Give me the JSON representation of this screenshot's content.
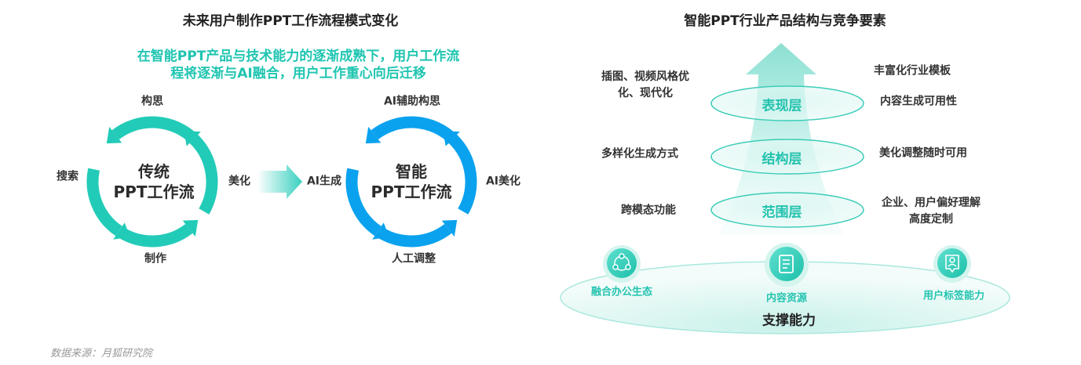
{
  "left": {
    "title": "未来用户制作PPT工作流程模式变化",
    "subtitle_line1": "在智能PPT产品与技术能力的逐渐成熟下，用户工作流",
    "subtitle_line2": "程将逐渐与AI融合，用户工作重心向后迁移",
    "traditional": {
      "center_line1": "传统",
      "center_line2": "PPT工作流",
      "top": "构思",
      "left": "搜索",
      "right": "美化",
      "bottom": "制作",
      "color": "#22cbb8"
    },
    "smart": {
      "center_line1": "智能",
      "center_line2": "PPT工作流",
      "top": "AI辅助构思",
      "left": "AI生成",
      "right": "AI美化",
      "bottom": "人工调整",
      "color": "#0aa2ee"
    }
  },
  "right": {
    "title": "智能PPT行业产品结构与竞争要素",
    "layers": [
      {
        "name": "表现层",
        "left": [
          "插图、视频风格优",
          "化、现代化"
        ],
        "right": [
          "内容生成可用性"
        ]
      },
      {
        "name": "结构层",
        "left": [
          "多样化生成方式"
        ],
        "right": [
          "美化调整随时可用"
        ]
      },
      {
        "name": "范围层",
        "left": [
          "跨模态功能"
        ],
        "right": [
          "企业、用户偏好理解",
          "高度定制"
        ]
      }
    ],
    "top_right": "丰富化行业模板",
    "support": {
      "label": "支撑能力",
      "items": [
        {
          "label": "融合办公生态",
          "icon": "network-icon"
        },
        {
          "label": "内容资源",
          "icon": "document-icon"
        },
        {
          "label": "用户标签能力",
          "icon": "user-tag-icon"
        }
      ]
    }
  },
  "source": "数据来源：月狐研究院"
}
